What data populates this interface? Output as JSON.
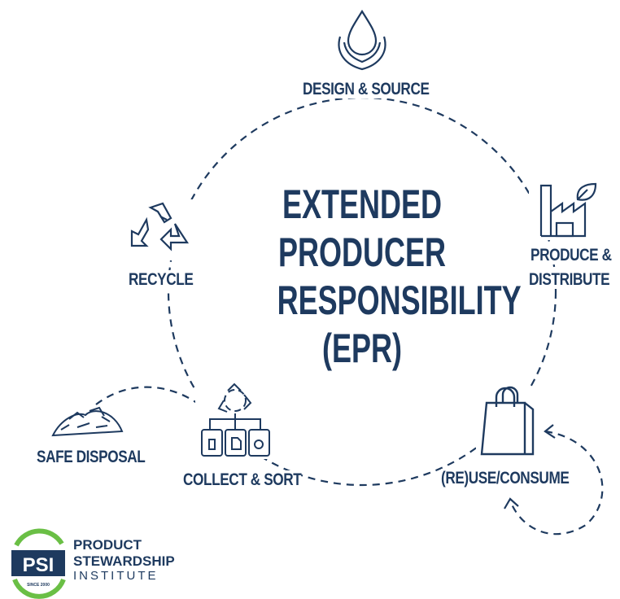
{
  "title": {
    "line1": "EXTENDED",
    "line2": "PRODUCER",
    "line3": "RESPONSIBILITY",
    "line4": "(EPR)"
  },
  "stages": {
    "design": "DESIGN & SOURCE",
    "produce_1": "PRODUCE &",
    "produce_2": "DISTRIBUTE",
    "reuse": "(RE)USE/CONSUME",
    "collect": "COLLECT & SORT",
    "disposal": "SAFE DISPOSAL",
    "recycle": "RECYCLE"
  },
  "logo": {
    "mark": "PSI",
    "since": "SINCE 2000",
    "line1": "PRODUCT",
    "line2": "STEWARDSHIP",
    "line3": "INSTITUTE"
  },
  "colors": {
    "navy": "#1e3a5f",
    "green": "#6abf45"
  }
}
